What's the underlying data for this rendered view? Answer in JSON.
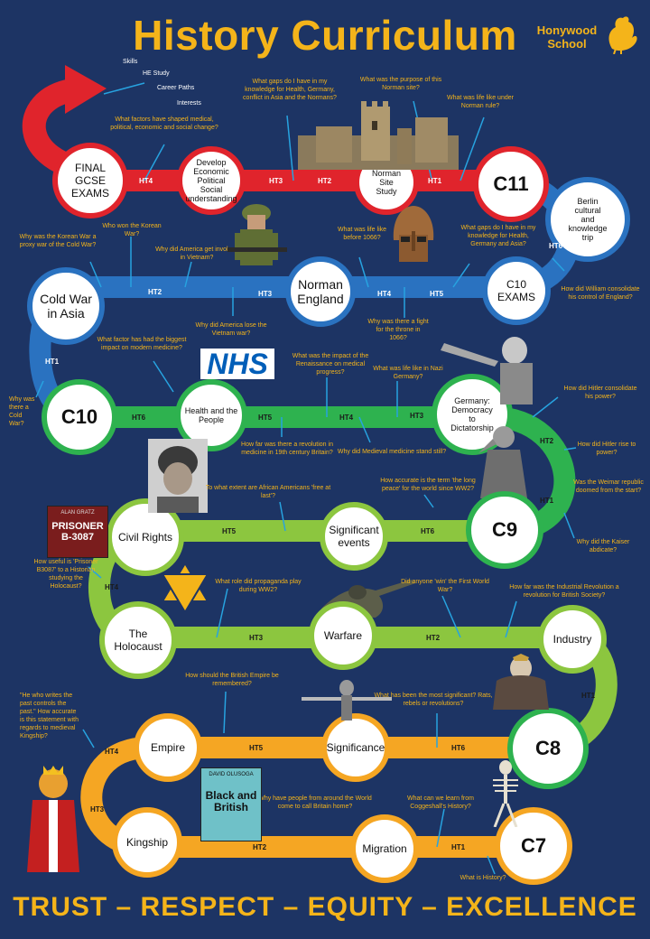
{
  "header": {
    "title": "History Curriculum",
    "school_name_line1": "Honywood",
    "school_name_line2": "School",
    "school_logo_icon": "rooster-icon"
  },
  "colors": {
    "background": "#1d3464",
    "title": "#f4b41a",
    "red": "#e0242c",
    "blue": "#2a72c0",
    "green": "#2eb24f",
    "light_green": "#8cc63f",
    "orange": "#f5a623"
  },
  "top_links": {
    "skills": "Skills",
    "he_study": "HE Study",
    "career_paths": "Career Paths",
    "interests": "Interests"
  },
  "nodes": {
    "final_gcse": [
      "FINAL",
      "GCSE",
      "EXAMS"
    ],
    "develop": [
      "Develop",
      "Economic",
      "Political",
      "Social",
      "understanding"
    ],
    "norman_site": [
      "Norman",
      "Site",
      "Study"
    ],
    "c11": "C11",
    "berlin": [
      "Berlin",
      "cultural",
      "and",
      "knowledge",
      "trip"
    ],
    "c10_exams": [
      "C10",
      "EXAMS"
    ],
    "norman_england": [
      "Norman",
      "England"
    ],
    "cold_war": [
      "Cold War",
      "in Asia"
    ],
    "c10": "C10",
    "health": [
      "Health and the",
      "People"
    ],
    "germany": [
      "Germany:",
      "Democracy",
      "to",
      "Dictatorship"
    ],
    "c9": "C9",
    "significant_events": [
      "Significant",
      "events"
    ],
    "civil_rights": [
      "Civil Rights"
    ],
    "holocaust": [
      "The",
      "Holocaust"
    ],
    "warfare": [
      "Warfare"
    ],
    "industry": [
      "Industry"
    ],
    "c8": "C8",
    "significance": [
      "Significance"
    ],
    "empire": [
      "Empire"
    ],
    "kingship": [
      "Kingship"
    ],
    "migration": [
      "Migration"
    ],
    "c7": "C7"
  },
  "ht": {
    "r_ht4": "HT4",
    "r_ht3": "HT3",
    "r_ht2": "HT2",
    "r_ht1": "HT1",
    "b_ht6a": "HT6",
    "b_ht5": "HT5",
    "b_ht4": "HT4",
    "b_ht3": "HT3",
    "b_ht2": "HT2",
    "b_ht1": "HT1",
    "g_ht6": "HT6",
    "g_ht5": "HT5",
    "g_ht4": "HT4",
    "g_ht3": "HT3",
    "g_ht2": "HT2",
    "g_ht1": "HT1",
    "lg_ht5": "HT5",
    "lg_ht6": "HT6",
    "lg_ht4": "HT4",
    "lg_ht3": "HT3",
    "lg_ht2": "HT2",
    "lg_ht1": "HT1",
    "o_ht5": "HT5",
    "o_ht6": "HT6",
    "o_ht4": "HT4",
    "o_ht3": "HT3",
    "o_ht2": "HT2",
    "o_ht1": "HT1"
  },
  "questions": {
    "factors_shaped": "What factors have shaped medical, political, economic and social change?",
    "gaps_health_germany": "What gaps do I have in my knowledge for Health, Germany, conflict in Asia and the Normans?",
    "purpose_norman_site": "What was the purpose of this Norman site?",
    "life_under_norman": "What was life like under Norman rule?",
    "korean_proxy": "Why was the Korean War a proxy war of the Cold War?",
    "who_won_korean": "Who won the Korean War?",
    "america_vietnam": "Why did America get involved in Vietnam?",
    "life_before_1066": "What was life like before 1066?",
    "gaps_c10": "What gaps do I have in my knowledge for Health, Germany and Asia?",
    "william_consolidate": "How did William consolidate his control of England?",
    "america_lose": "Why did America lose the Vietnam war?",
    "fight_1066": "Why was there a fight for the throne in 1066?",
    "biggest_impact": "What factor has had the biggest impact on modern medicine?",
    "renaissance_impact": "What was the impact of the Renaissance on medical progress?",
    "life_nazi": "What was life like in Nazi Germany?",
    "cold_war_why": "Why was there a Cold War?",
    "hitler_consolidate": "How did Hitler consolidate his power?",
    "revolution_19th": "How far was there a revolution in medicine in 19th century Britain?",
    "medieval_stand_still": "Why did Medieval medicine stand still?",
    "hitler_rise": "How did Hitler rise to power?",
    "african_americans": "To what extent are African Americans 'free at last'?",
    "long_peace": "How accurate is the term 'the long peace' for the world since WW2?",
    "weimar_doomed": "Was the Weimar republic doomed from the start?",
    "prisoner_b3087": "How useful is 'Prisoner B3087' to a Historian studying the Holocaust?",
    "kaiser_abdicate": "Why did the Kaiser abdicate?",
    "propaganda_ww2": "What role did propaganda play during WW2?",
    "win_ww1": "Did anyone 'win' the First World War?",
    "industrial_revolution": "How far was the Industrial Revolution a revolution for British Society?",
    "british_empire": "How should the British Empire be remembered?",
    "most_significant": "What has been the most significant? Rats, rebels or revolutions?",
    "who_writes_past": "\"He who writes the past controls the past.\" How accurate is this statement with regards to medieval Kingship?",
    "call_britain_home": "Why have people from around the World come to call Britain home?",
    "coggeshall": "What can we learn from Coggeshall's History?",
    "what_is_history": "What is History?"
  },
  "images": {
    "nhs_logo": "NHS",
    "book_prisoner_author": "ALAN GRATZ",
    "book_prisoner_title": "PRISONER B-3087",
    "book_black_author": "DAVID OLUSOGA",
    "book_black_title": "Black and British"
  },
  "footer": {
    "motto": "TRUST – RESPECT – EQUITY – EXCELLENCE"
  }
}
